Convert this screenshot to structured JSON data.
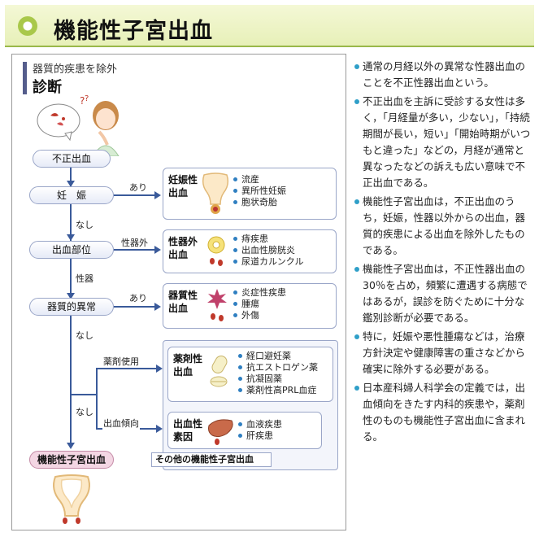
{
  "title": "機能性子宮出血",
  "subheading": "器質的疾患を除外",
  "diagnosis_label": "診断",
  "flow": {
    "start": "不正出血",
    "pregnancy": "妊　娠",
    "site": "出血部位",
    "organic": "器質的異常",
    "final": "機能性子宮出血",
    "edge_ari_1": "あり",
    "edge_nashi_1": "なし",
    "edge_outside": "性器外",
    "edge_genital": "性器",
    "edge_ari_2": "あり",
    "edge_nashi_2": "なし",
    "edge_drug": "薬剤使用",
    "edge_nashi_3": "なし",
    "edge_bleed_tendency": "出血傾向"
  },
  "results": {
    "pregnancy": {
      "title": "妊娠性\n出血",
      "items": [
        "流産",
        "異所性妊娠",
        "胞状奇胎"
      ]
    },
    "extragenital": {
      "title": "性器外\n出血",
      "items": [
        "痔疾患",
        "出血性膀胱炎",
        "尿道カルンクル"
      ]
    },
    "organic": {
      "title": "器質性\n出血",
      "items": [
        "炎症性疾患",
        "腫瘍",
        "外傷"
      ]
    },
    "drug": {
      "title": "薬剤性\n出血",
      "items": [
        "経口避妊薬",
        "抗エストロゲン薬",
        "抗凝固薬",
        "薬剤性高PRL血症"
      ]
    },
    "bleeding": {
      "title": "出血性\n素因",
      "items": [
        "血液疾患",
        "肝疾患"
      ]
    },
    "other_group_label": "その他の機能性子宮出血"
  },
  "notes": [
    "通常の月経以外の異常な性器出血のことを不正性器出血という。",
    "不正出血を主訴に受診する女性は多く，「月経量が多い，少ない」，「持続期間が長い，短い」「開始時期がいつもと違った」などの，月経が通常と異なったなどの訴えも広い意味で不正出血である。",
    "機能性子宮出血は，不正出血のうち，妊娠，性器以外からの出血，器質的疾患による出血を除外したものである。",
    "機能性子宮出血は，不正性器出血の30％を占め，頻繁に遭遇する病態ではあるが，誤診を防ぐために十分な鑑別診断が必要である。",
    "特に，妊娠や悪性腫瘍などは，治療方針決定や健康障害の重さなどから確実に除外する必要がある。",
    "日本産科婦人科学会の定義では，出血傾向をきたす内科的疾患や，薬剤性のものも機能性子宮出血に含まれる。"
  ],
  "colors": {
    "accent": "#3a5a9a",
    "title_band": "#e7f0b8",
    "final_node": "#f3d6e3",
    "bullet": "#2f9fc8"
  }
}
